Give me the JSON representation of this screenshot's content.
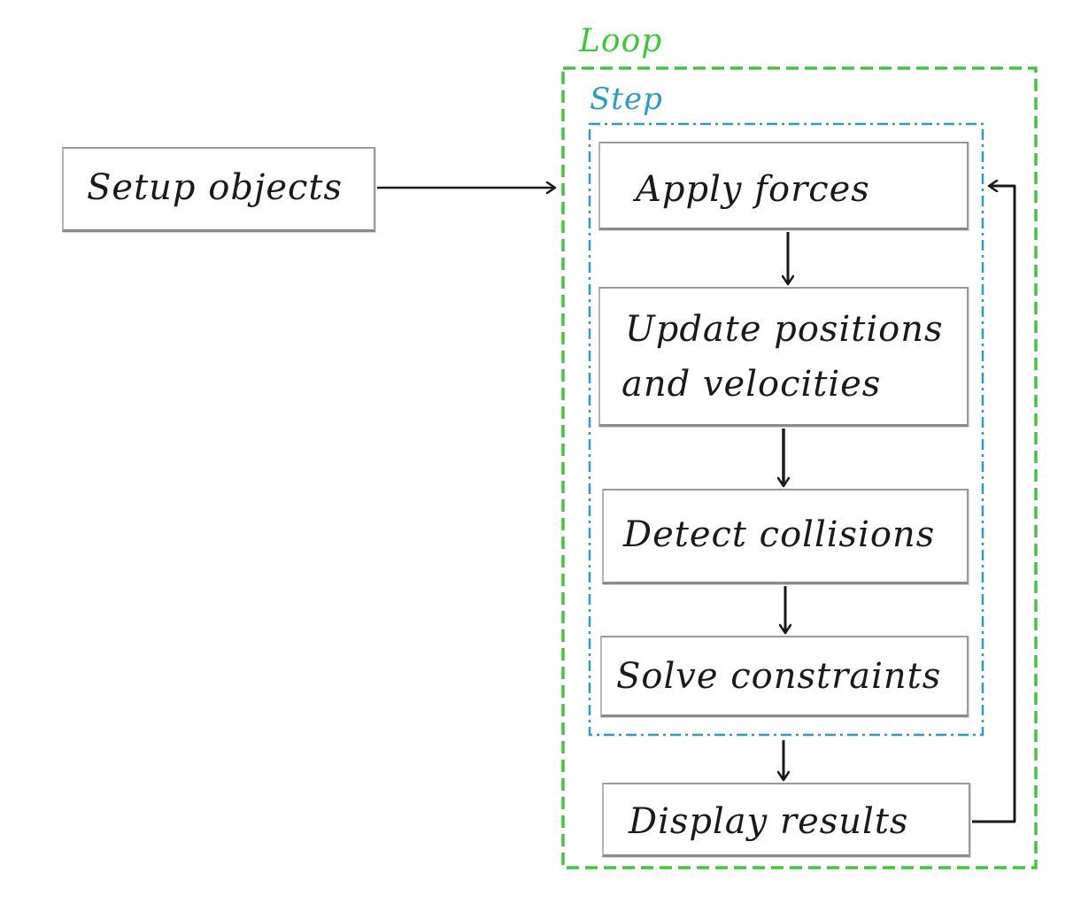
{
  "frames": {
    "loop_label": "Loop",
    "step_label": "Step"
  },
  "nodes": {
    "setup": "Setup objects",
    "apply_forces": "Apply forces",
    "update_line1": "Update positions",
    "update_line2": "and velocities",
    "detect": "Detect collisions",
    "solve": "Solve constraints",
    "display": "Display results"
  },
  "colors": {
    "loop_frame": "#3cc83c",
    "step_frame": "#2a9bc4",
    "arrow": "#1a1a1a"
  }
}
